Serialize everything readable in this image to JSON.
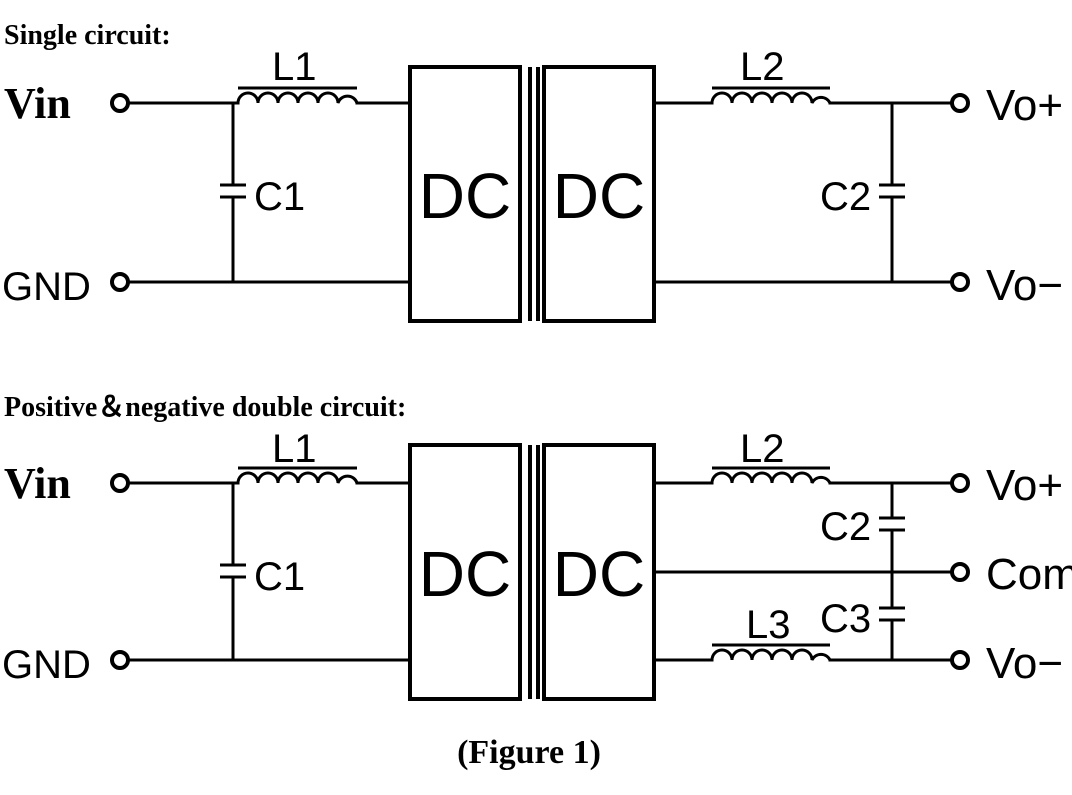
{
  "single": {
    "title": "Single circuit:",
    "vin": "Vin",
    "gnd": "GND",
    "l1": "L1",
    "l2": "L2",
    "c1": "C1",
    "c2": "C2",
    "dc_in": "DC",
    "dc_out": "DC",
    "vo_pos": "Vo+",
    "vo_neg": "Vo−"
  },
  "double": {
    "title": "Positive＆negative double circuit:",
    "vin": "Vin",
    "gnd": "GND",
    "l1": "L1",
    "l2": "L2",
    "l3": "L3",
    "c1": "C1",
    "c2": "C2",
    "c3": "C3",
    "dc_in": "DC",
    "dc_out": "DC",
    "vo_pos": "Vo+",
    "com": "Com",
    "vo_neg": "Vo−"
  },
  "caption": "(Figure 1)"
}
